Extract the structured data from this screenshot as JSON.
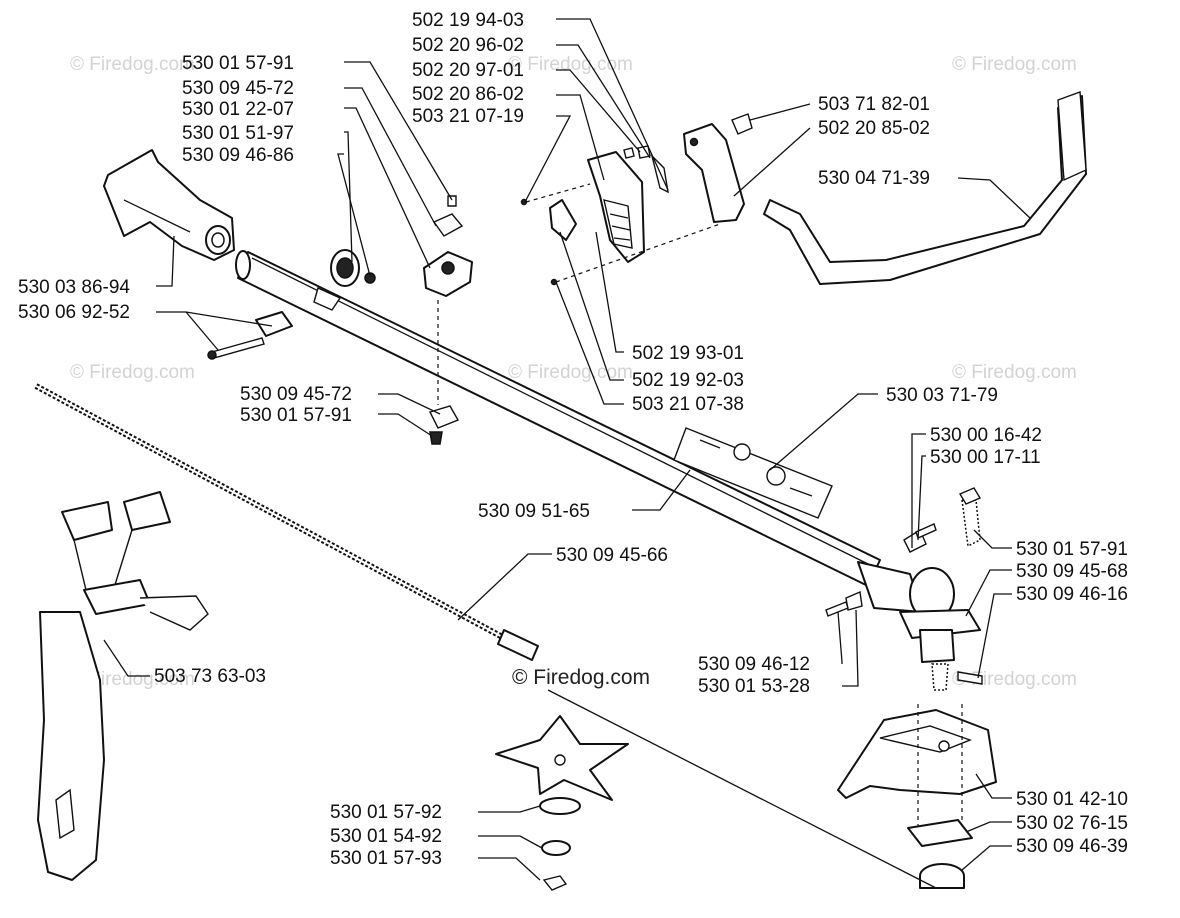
{
  "watermark": {
    "text": "© Firedog.com",
    "prominent_text": "© Firedog.com"
  },
  "part_numbers": {
    "p1": "502 19 94-03",
    "p2": "502 20 96-02",
    "p3": "502 20 97-01",
    "p4": "502 20 86-02",
    "p5": "503 21 07-19",
    "p6": "530 01 57-91",
    "p7": "530 09 45-72",
    "p8": "530 01 22-07",
    "p9": "530 01 51-97",
    "p10": "530 09 46-86",
    "p11": "503 71 82-01",
    "p12": "502 20 85-02",
    "p13": "530 04 71-39",
    "p14": "530 03 86-94",
    "p15": "530 06 92-52",
    "p16": "502 19 93-01",
    "p17": "502 19 92-03",
    "p18": "503 21 07-38",
    "p19": "530 09 45-72",
    "p20": "530 01 57-91",
    "p21": "530 03 71-79",
    "p22": "530 00 16-42",
    "p23": "530 00 17-11",
    "p24": "530 09 51-65",
    "p25": "530 01 57-91",
    "p26": "530 09 45-68",
    "p27": "530 09 46-16",
    "p28": "530 09 45-66",
    "p29": "530 09 46-12",
    "p30": "530 01 53-28",
    "p31": "503 73 63-03",
    "p32": "530 01 57-92",
    "p33": "530 01 54-92",
    "p34": "530 01 57-93",
    "p35": "530 01 42-10",
    "p36": "530 02 76-15",
    "p37": "530 09 46-39"
  }
}
